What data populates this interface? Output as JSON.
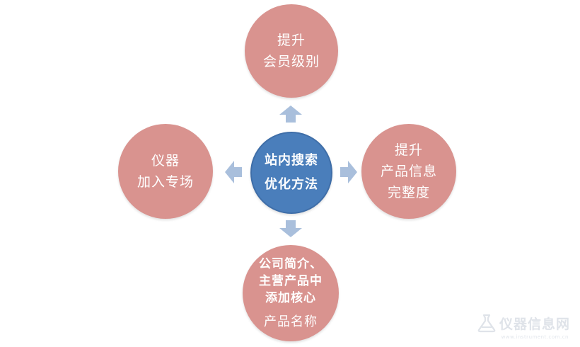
{
  "center": {
    "lines": [
      "站内搜索",
      "优化方法"
    ]
  },
  "top": {
    "lines": [
      "提升",
      "会员级别"
    ]
  },
  "left": {
    "lines": [
      "仪器",
      "加入专场"
    ]
  },
  "right": {
    "lines": [
      "提升",
      "产品信息",
      "完整度"
    ]
  },
  "bottom": {
    "lines": [
      "公司简介、",
      "主营产品中",
      "添加核心",
      "产品名称"
    ]
  },
  "colors": {
    "outer_circle": "#d9938f",
    "center_circle": "#4a7ebb",
    "arrow": "#a9bfdc"
  },
  "watermark": {
    "text": "仪器信息网",
    "sub": "www.instrument.com.cn"
  }
}
